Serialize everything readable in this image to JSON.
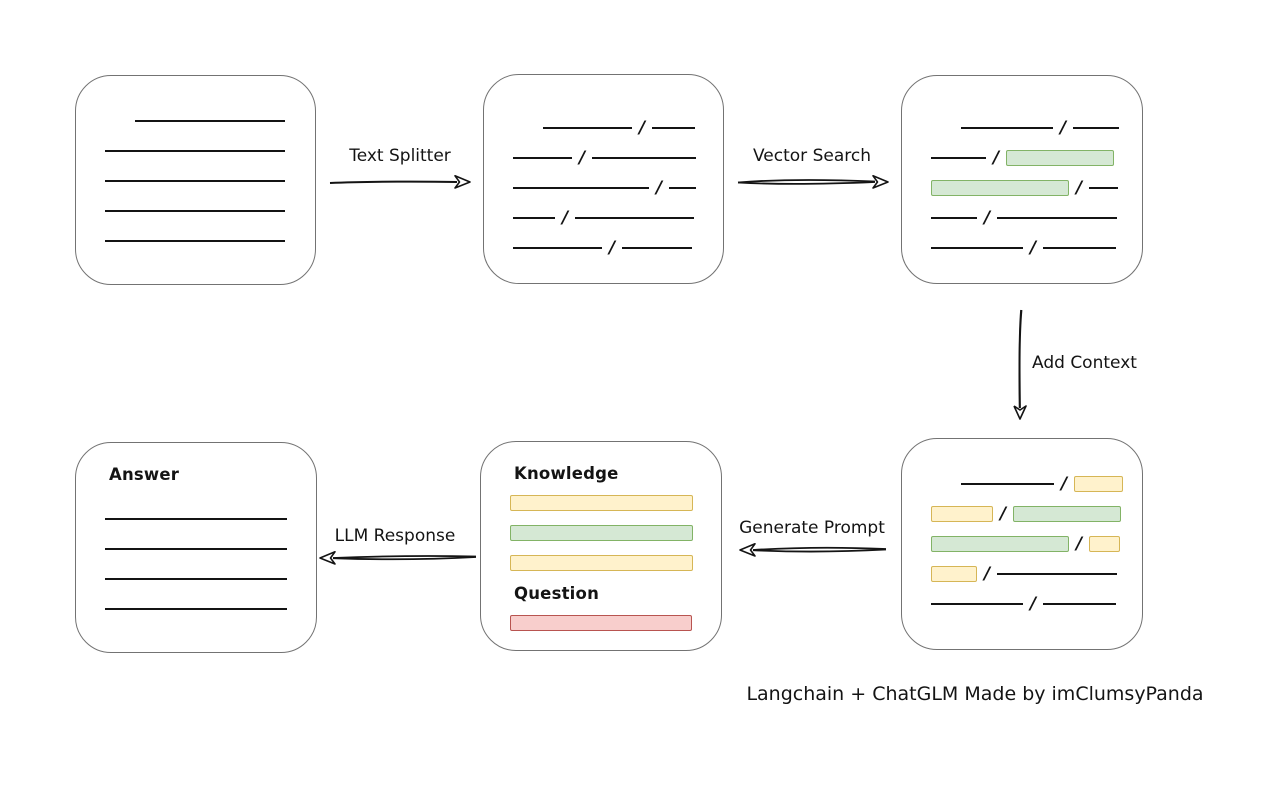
{
  "canvas": {
    "background": "#ffffff"
  },
  "palette": {
    "line": "#141414",
    "box_border": "#737373",
    "green_fill": "#d5e8d4",
    "green_border": "#82b366",
    "yellow_fill": "#fff2cc",
    "yellow_border": "#d6b656",
    "red_fill": "#f8cecc",
    "red_border": "#b85450"
  },
  "slash_char": "/",
  "labels": {
    "text_splitter": "Text Splitter",
    "vector_search": "Vector Search",
    "add_context": "Add Context",
    "generate_prompt": "Generate Prompt",
    "llm_response": "LLM Response",
    "knowledge": "Knowledge",
    "question": "Question",
    "answer": "Answer",
    "caption": "Langchain + ChatGLM Made by imClumsyPanda"
  },
  "boxes": {
    "document": {
      "rows": [
        {
          "indent": 30,
          "segments": [
            {
              "type": "line",
              "w": 150
            }
          ]
        },
        {
          "segments": [
            {
              "type": "line",
              "w": 180
            }
          ]
        },
        {
          "segments": [
            {
              "type": "line",
              "w": 180
            }
          ]
        },
        {
          "segments": [
            {
              "type": "line",
              "w": 180
            }
          ]
        },
        {
          "segments": [
            {
              "type": "line",
              "w": 180
            }
          ]
        }
      ]
    },
    "chunks": {
      "rows": [
        {
          "indent": 30,
          "segments": [
            {
              "type": "line",
              "w": 89
            },
            {
              "type": "slash"
            },
            {
              "type": "line",
              "w": 43
            }
          ]
        },
        {
          "segments": [
            {
              "type": "line",
              "w": 59
            },
            {
              "type": "slash"
            },
            {
              "type": "line",
              "w": 104
            }
          ]
        },
        {
          "segments": [
            {
              "type": "line",
              "w": 136
            },
            {
              "type": "slash"
            },
            {
              "type": "line",
              "w": 27
            }
          ]
        },
        {
          "segments": [
            {
              "type": "line",
              "w": 42
            },
            {
              "type": "slash"
            },
            {
              "type": "line",
              "w": 119
            }
          ]
        },
        {
          "segments": [
            {
              "type": "line",
              "w": 89
            },
            {
              "type": "slash"
            },
            {
              "type": "line",
              "w": 70
            }
          ]
        }
      ]
    },
    "matched_chunks": {
      "rows": [
        {
          "indent": 30,
          "segments": [
            {
              "type": "line",
              "w": 92
            },
            {
              "type": "slash"
            },
            {
              "type": "line",
              "w": 46
            }
          ]
        },
        {
          "segments": [
            {
              "type": "line",
              "w": 55
            },
            {
              "type": "slash"
            },
            {
              "type": "chip",
              "color": "green",
              "w": 108
            }
          ]
        },
        {
          "segments": [
            {
              "type": "chip",
              "color": "green",
              "w": 138
            },
            {
              "type": "slash"
            },
            {
              "type": "line",
              "w": 29
            }
          ]
        },
        {
          "segments": [
            {
              "type": "line",
              "w": 46
            },
            {
              "type": "slash"
            },
            {
              "type": "line",
              "w": 120
            }
          ]
        },
        {
          "segments": [
            {
              "type": "line",
              "w": 92
            },
            {
              "type": "slash"
            },
            {
              "type": "line",
              "w": 73
            }
          ]
        }
      ]
    },
    "context_chunks": {
      "rows": [
        {
          "indent": 30,
          "segments": [
            {
              "type": "line",
              "w": 93
            },
            {
              "type": "slash"
            },
            {
              "type": "chip",
              "color": "yellow",
              "w": 49
            }
          ]
        },
        {
          "segments": [
            {
              "type": "chip",
              "color": "yellow",
              "w": 62
            },
            {
              "type": "slash"
            },
            {
              "type": "chip",
              "color": "green",
              "w": 108
            }
          ]
        },
        {
          "segments": [
            {
              "type": "chip",
              "color": "green",
              "w": 138
            },
            {
              "type": "slash"
            },
            {
              "type": "chip",
              "color": "yellow",
              "w": 31
            }
          ]
        },
        {
          "segments": [
            {
              "type": "chip",
              "color": "yellow",
              "w": 46
            },
            {
              "type": "slash"
            },
            {
              "type": "line",
              "w": 120
            }
          ]
        },
        {
          "segments": [
            {
              "type": "line",
              "w": 92
            },
            {
              "type": "slash"
            },
            {
              "type": "line",
              "w": 73
            }
          ]
        }
      ]
    },
    "prompt": {
      "rows": [
        {
          "type": "heading",
          "label_key": "knowledge"
        },
        {
          "segments": [
            {
              "type": "chip",
              "color": "yellow",
              "w": 183
            }
          ]
        },
        {
          "segments": [
            {
              "type": "chip",
              "color": "green",
              "w": 183
            }
          ]
        },
        {
          "segments": [
            {
              "type": "chip",
              "color": "yellow",
              "w": 183
            }
          ]
        },
        {
          "type": "heading",
          "label_key": "question"
        },
        {
          "segments": [
            {
              "type": "chip",
              "color": "red",
              "w": 182
            }
          ]
        }
      ]
    },
    "answer": {
      "rows": [
        {
          "type": "heading",
          "label_key": "answer"
        },
        {
          "segments": [
            {
              "type": "line",
              "w": 182
            }
          ]
        },
        {
          "segments": [
            {
              "type": "line",
              "w": 182
            }
          ]
        },
        {
          "segments": [
            {
              "type": "line",
              "w": 182
            }
          ]
        },
        {
          "segments": [
            {
              "type": "line",
              "w": 182
            }
          ]
        }
      ]
    }
  }
}
